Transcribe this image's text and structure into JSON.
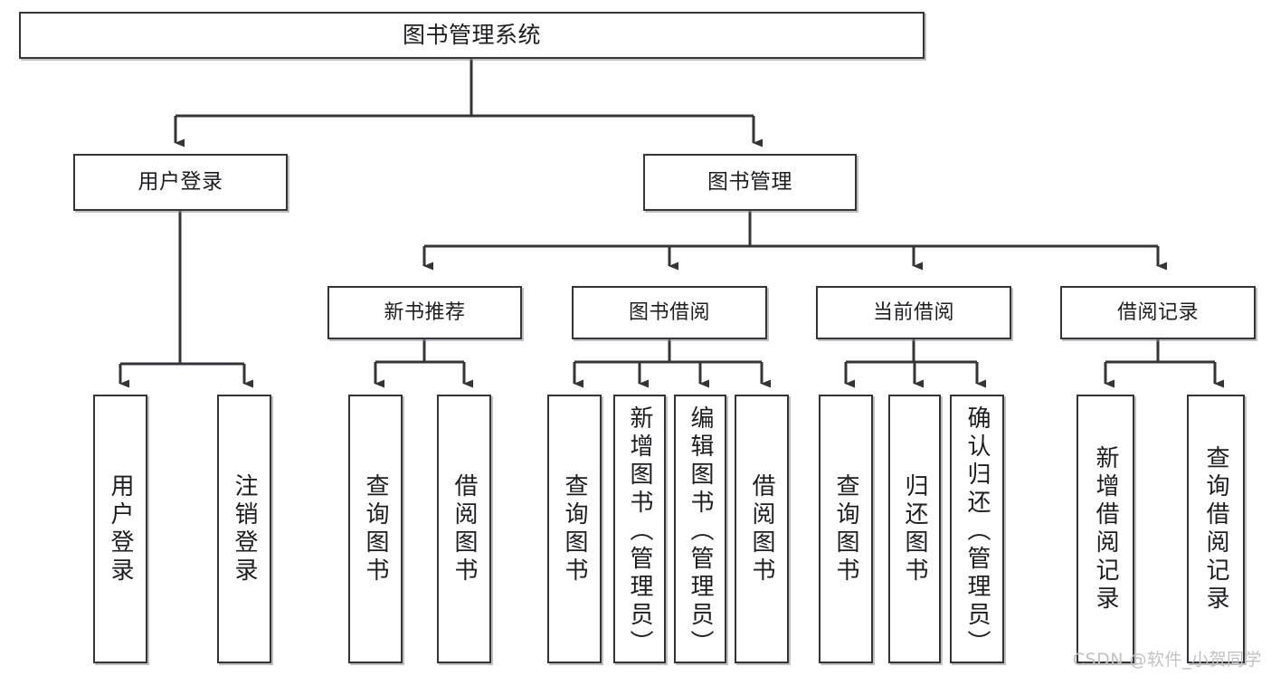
{
  "diagram": {
    "title": "图书管理系统",
    "watermark": "CSDN @软件_小贺同学",
    "nodes": {
      "root": {
        "label": "图书管理系统"
      },
      "level2": [
        {
          "id": "user-login",
          "label": "用户登录"
        },
        {
          "id": "book-manage",
          "label": "图书管理"
        }
      ],
      "level3": [
        {
          "id": "new-book-recommend",
          "label": "新书推荐"
        },
        {
          "id": "book-borrow",
          "label": "图书借阅"
        },
        {
          "id": "current-borrow",
          "label": "当前借阅"
        },
        {
          "id": "borrow-record",
          "label": "借阅记录"
        }
      ],
      "leaves": {
        "user_login": [
          {
            "id": "leaf-user-login",
            "label": "用户登录"
          },
          {
            "id": "leaf-logout-login",
            "label": "注销登录"
          }
        ],
        "new_book_recommend": [
          {
            "id": "leaf-query-book-1",
            "label": "查询图书"
          },
          {
            "id": "leaf-borrow-book-1",
            "label": "借阅图书"
          }
        ],
        "book_borrow": [
          {
            "id": "leaf-query-book-2",
            "label": "查询图书"
          },
          {
            "id": "leaf-add-book",
            "label": "新增图书（管理员）"
          },
          {
            "id": "leaf-edit-book",
            "label": "编辑图书（管理员）"
          },
          {
            "id": "leaf-borrow-book-2",
            "label": "借阅图书"
          }
        ],
        "current_borrow": [
          {
            "id": "leaf-query-book-3",
            "label": "查询图书"
          },
          {
            "id": "leaf-return-book",
            "label": "归还图书"
          },
          {
            "id": "leaf-confirm-return",
            "label": "确认归还（管理员）"
          }
        ],
        "borrow_record": [
          {
            "id": "leaf-add-record",
            "label": "新增借阅记录"
          },
          {
            "id": "leaf-query-record",
            "label": "查询借阅记录"
          }
        ]
      }
    },
    "colors": {
      "border": "#34343a",
      "text": "#1d1d22",
      "background": "#ffffff",
      "watermark": "#c2c2c6"
    }
  }
}
